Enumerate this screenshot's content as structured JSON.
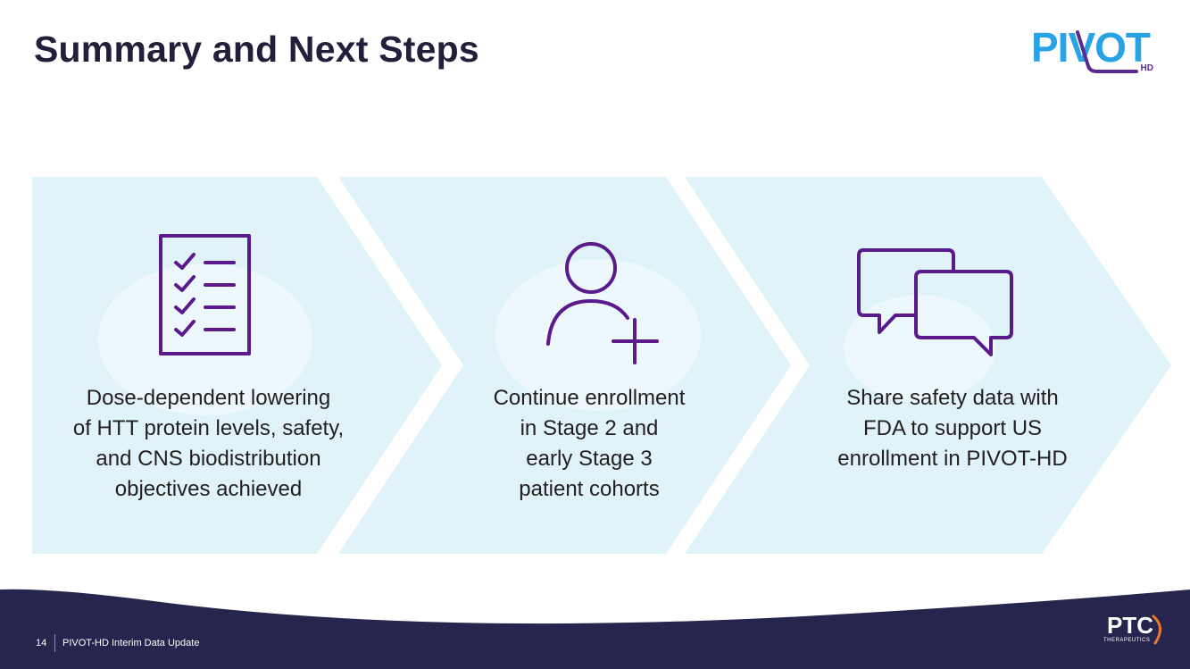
{
  "slide": {
    "title": "Summary and Next Steps"
  },
  "logo": {
    "pivot_text": "PIVOT",
    "pivot_suffix": "HD",
    "ptc_text": "PTC",
    "ptc_sub": "THERAPEUTICS"
  },
  "steps": [
    {
      "icon": "checklist-icon",
      "lines": [
        "Dose-dependent lowering",
        "of HTT protein levels, safety,",
        "and CNS biodistribution",
        "objectives achieved"
      ]
    },
    {
      "icon": "add-user-icon",
      "lines": [
        "Continue enrollment",
        "in Stage 2 and",
        "early Stage 3",
        "patient cohorts"
      ]
    },
    {
      "icon": "chat-bubbles-icon",
      "lines": [
        "Share safety data with",
        "FDA to support US",
        "enrollment in PIVOT-HD"
      ]
    }
  ],
  "footer": {
    "page_number": "14",
    "label": "PIVOT-HD Interim Data Update"
  },
  "colors": {
    "title": "#231f3a",
    "chevron_fill": "#dff3f9",
    "icon_stroke": "#5b1a8c",
    "footer_bg": "#26254d",
    "pivot_blue": "#2aa3e6",
    "accent_orange": "#e8792b"
  }
}
